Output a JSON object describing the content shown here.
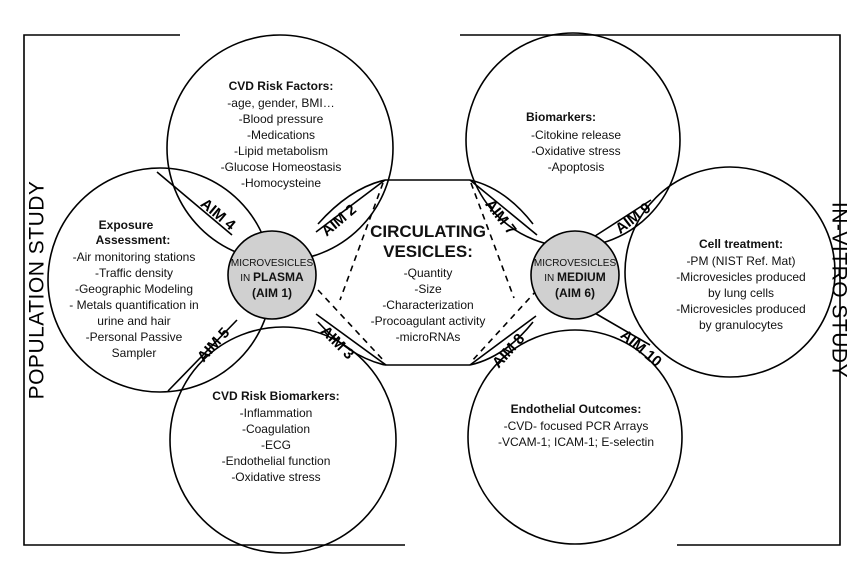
{
  "side_labels": {
    "left": "POPULATION STUDY",
    "right": "IN-VITRO STUDY"
  },
  "cvd_risk_factors": {
    "title": "CVD Risk Factors:",
    "items": [
      "-age, gender, BMI…",
      "-Blood pressure",
      "-Medications",
      "-Lipid metabolism",
      "-Glucose Homeostasis",
      "-Homocysteine"
    ]
  },
  "exposure_assessment": {
    "title_line1": "Exposure",
    "title_line2": "Assessment:",
    "items": [
      "-Air monitoring stations",
      "-Traffic density",
      "-Geographic Modeling",
      "- Metals quantification in",
      "urine and hair",
      "-Personal Passive",
      "Sampler"
    ]
  },
  "cvd_risk_biomarkers": {
    "title": "CVD Risk Biomarkers:",
    "items": [
      "-Inflammation",
      "-Coagulation",
      "-ECG",
      "-Endothelial function",
      "-Oxidative stress"
    ]
  },
  "biomarkers": {
    "title": "Biomarkers:",
    "items": [
      "-Citokine release",
      "-Oxidative stress",
      "-Apoptosis"
    ]
  },
  "cell_treatment": {
    "title": "Cell treatment:",
    "items": [
      "-PM (NIST Ref. Mat)",
      "-Microvesicles produced",
      "by lung cells",
      "-Microvesicles produced",
      "by granulocytes"
    ]
  },
  "endothelial_outcomes": {
    "title": "Endothelial Outcomes:",
    "items": [
      "-CVD- focused PCR Arrays",
      "-VCAM-1; ICAM-1; E-selectin"
    ]
  },
  "circulating_vesicles": {
    "title_line1": "CIRCULATING",
    "title_line2": "VESICLES:",
    "items": [
      "-Quantity",
      "-Size",
      "-Characterization",
      "-Procoagulant activity",
      "-microRNAs"
    ]
  },
  "plasma_hub": {
    "line1": "MICROVESICLES",
    "line2_prefix": "IN ",
    "line2_bold": "PLASMA",
    "line3": "(AIM 1)"
  },
  "medium_hub": {
    "line1": "MICROVESICLES",
    "line2_prefix": "IN ",
    "line2_bold": "MEDIUM",
    "line3": "(AIM 6)"
  },
  "aims": {
    "aim2": "AIM 2",
    "aim3": "AIM 3",
    "aim4": "AIM 4",
    "aim5": "AIM 5",
    "aim7": "AIM 7",
    "aim8": "AIM 8",
    "aim9": "AIM 9",
    "aim10": "AIM 10"
  },
  "colors": {
    "stroke": "#000000",
    "hub_fill": "#d0d0d0",
    "background": "#ffffff"
  }
}
